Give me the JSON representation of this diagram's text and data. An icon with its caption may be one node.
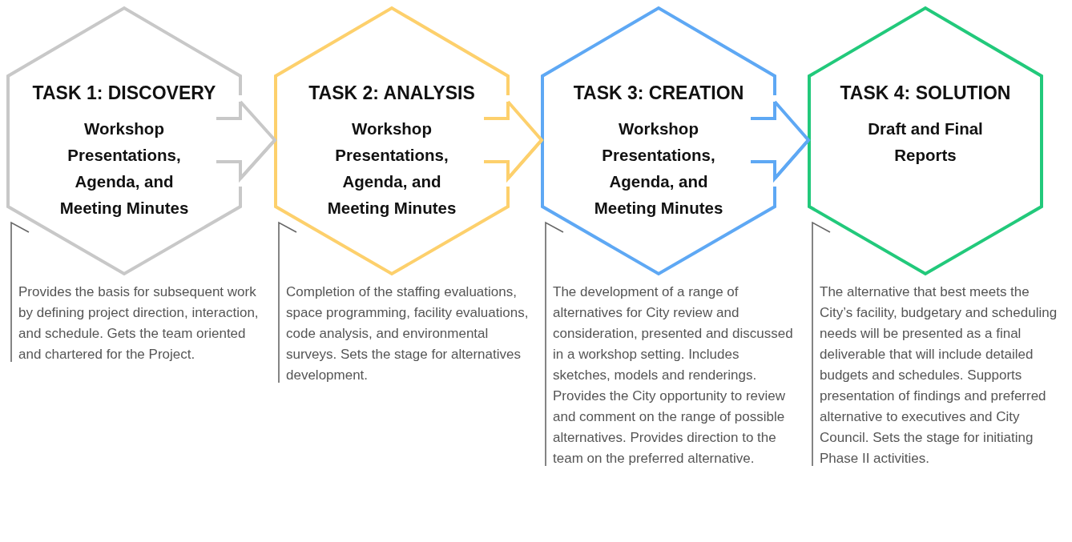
{
  "diagram": {
    "nodes": [
      {
        "text": [
          "TASK 1: DISCOVERY",
          "Workshop Presentations, Agenda, and Meeting Minutes"
        ],
        "beside": [
          "Provides the basis for subsequent work by defining project direction, interaction, and schedule. Gets the team oriented and chartered for the Project."
        ]
      },
      {
        "text": [
          "TASK 2: ANALYSIS",
          "Workshop Presentations, Agenda, and Meeting Minutes"
        ],
        "beside": [
          "Completion of the staffing evaluations, space programming, facility evaluations, code analysis, and environmental surveys. Sets the stage for alternatives development."
        ]
      },
      {
        "text": [
          "TASK 3: CREATION",
          "Workshop Presentations, Agenda, and Meeting Minutes"
        ],
        "beside": [
          "The development of a range of alternatives for City review and consideration, presented and discussed in a workshop setting. Includes sketches, models and renderings. Provides the City opportunity to review and comment on the range of possible alternatives. Provides direction to the team on the preferred alternative."
        ]
      },
      {
        "text": [
          "TASK 4: SOLUTION",
          "Draft and Final Reports"
        ],
        "beside": [
          "The alternative that best meets the City’s facility, budgetary and scheduling needs will be presented as a final deliverable that will include detailed budgets and schedules. Supports presentation of findings and preferred alternative to executives and City Council. Sets the stage for initiating Phase II activities."
        ]
      }
    ],
    "edges": [
      {
        "from": 0,
        "to": 1,
        "arrow": "to",
        "color": "#c8c8c8"
      },
      {
        "from": 1,
        "to": 2,
        "arrow": "to",
        "color": "#fdd06c"
      },
      {
        "from": 2,
        "to": 3,
        "arrow": "to",
        "color": "#5ea8f4"
      }
    ]
  }
}
